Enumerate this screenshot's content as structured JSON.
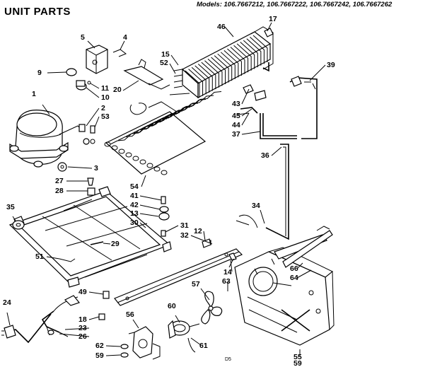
{
  "header": {
    "title": "UNIT PARTS",
    "models": "Models: 106.7667212, 106.7667222, 106.7667242, 106.7667262"
  },
  "footer_code": "D5",
  "callouts": [
    "1",
    "2",
    "3",
    "4",
    "5",
    "9",
    "10",
    "11",
    "12",
    "13",
    "14",
    "15",
    "17",
    "18",
    "20",
    "23",
    "24",
    "26",
    "27",
    "28",
    "29",
    "30",
    "31",
    "32",
    "34",
    "35",
    "36",
    "37",
    "39",
    "41",
    "42",
    "43",
    "44",
    "45",
    "46",
    "49",
    "51",
    "52",
    "53",
    "54",
    "55",
    "56",
    "57",
    "59",
    "60",
    "61",
    "62",
    "63",
    "64",
    "66"
  ]
}
